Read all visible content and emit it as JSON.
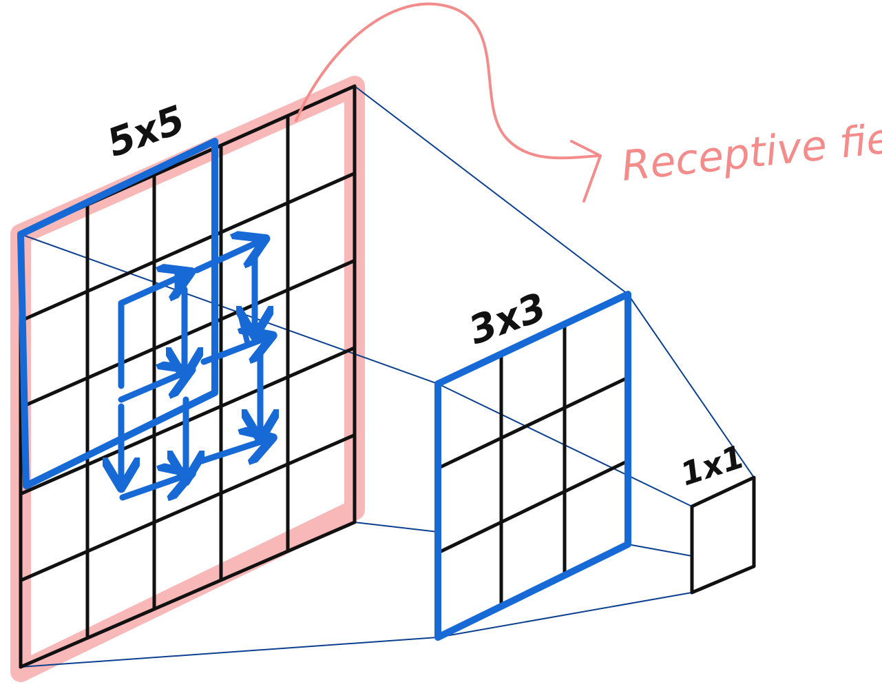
{
  "labels": {
    "input_size": "5x5",
    "hidden_size": "3x3",
    "output_size": "1x1",
    "receptive_field": "Receptive field"
  },
  "colors": {
    "grid": "#111111",
    "kernel": "#1769d6",
    "receptive": "#f7a0a0",
    "receptive_text": "#f48c8c",
    "projection": "#0b3f8f"
  },
  "icons": {
    "kernel_path": "arrow-path-icon",
    "annotation": "curved-arrow-icon"
  }
}
